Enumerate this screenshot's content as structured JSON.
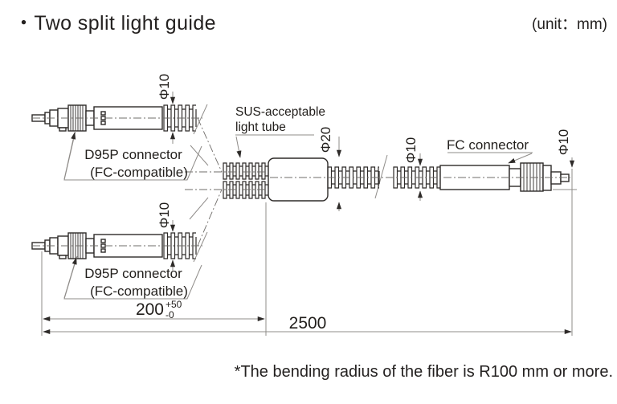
{
  "header": {
    "title": "・Two split light guide",
    "unit_note": "(unit：mm)"
  },
  "footnote": "*The bending radius of the fiber is R100 mm or more.",
  "labels": {
    "sus_line1": "SUS-acceptable",
    "sus_line2": "light tube",
    "d95p_top": {
      "line1": "D95P connector",
      "line2": "(FC-compatible)"
    },
    "d95p_bottom": {
      "line1": "D95P connector",
      "line2": "(FC-compatible)"
    },
    "fc": "FC connector"
  },
  "dims": {
    "dia10_top_left": "Φ10",
    "dia10_bottom_left": "Φ10",
    "dia20_center": "Φ20",
    "dia10_mid": "Φ10",
    "dia10_right": "Φ10",
    "len200": "200",
    "tol_plus": "+50",
    "tol_minus": "-0",
    "len2500": "2500"
  },
  "colors": {
    "outline": "#2e2b29",
    "dim_line": "#8f8c89",
    "text": "#211e1b"
  }
}
